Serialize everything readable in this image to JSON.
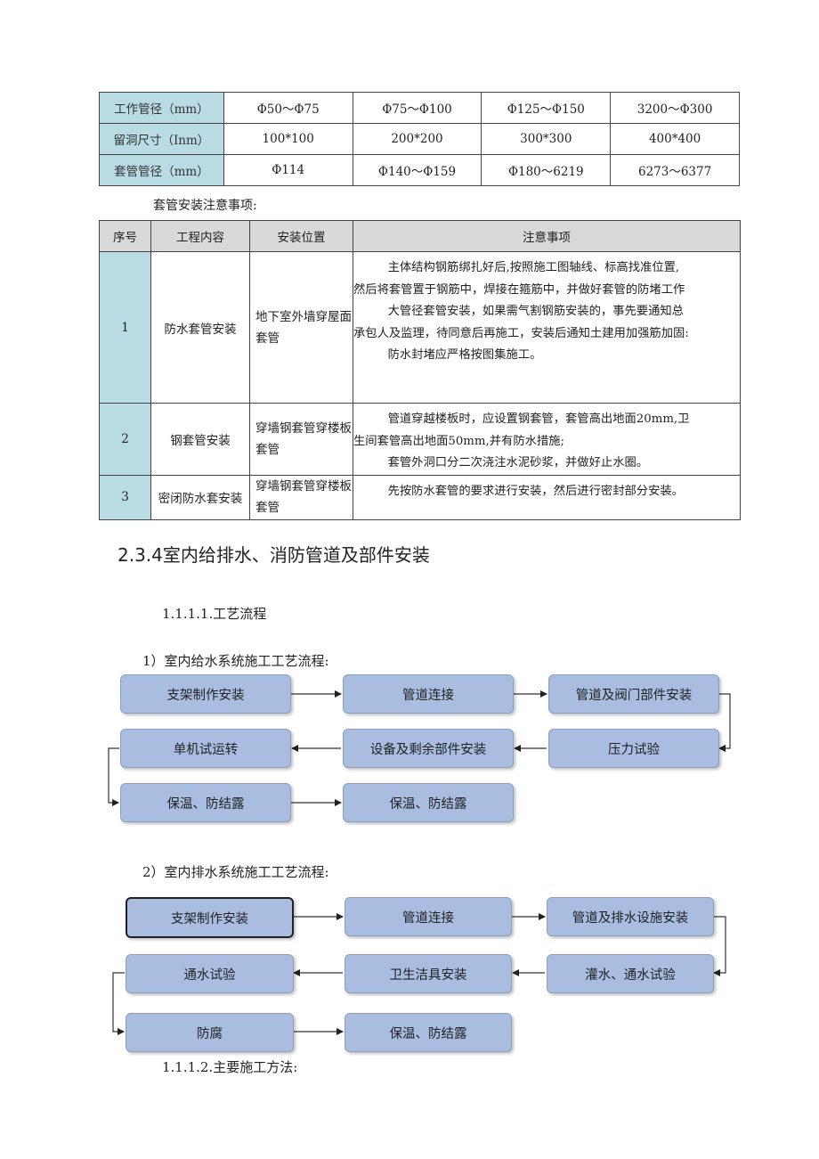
{
  "spec_table": {
    "rows": [
      {
        "header": "工作管径（mm）",
        "cells": [
          "Φ50～Φ75",
          "Φ75～Φ100",
          "Φ125～Φ150",
          "3200～Φ300"
        ]
      },
      {
        "header": "留洞尺寸（Inm）",
        "cells": [
          "100*100",
          "200*200",
          "300*300",
          "400*400"
        ]
      },
      {
        "header": "套管管径（mm）",
        "cells": [
          "Φ114",
          "Φ140～Φ159",
          "Φ180～6219",
          "6273～6377"
        ]
      }
    ]
  },
  "notes_title": "套管安装注意事项:",
  "notes_table": {
    "headers": [
      "序号",
      "工程内容",
      "安装位置",
      "注意事项"
    ],
    "rows": [
      {
        "num": "1",
        "content": "防水套管安装",
        "location": "地下室外墙穿屋面套管",
        "notes": [
          "主体结构钢筋绑扎好后,按照施工图轴线、标高找准位置,",
          "然后将套管置于钢筋中，焊接在箍筋中，并做好套管的防堵工作",
          "大管径套管安装，如果需气割钢筋安装的，事先要通知总",
          "承包人及监理，待同意后再施工，安装后通知土建用加强筋加固:",
          "防水封堵应严格按图集施工。"
        ]
      },
      {
        "num": "2",
        "content": "钢套管安装",
        "location": "穿墙钢套管穿楼板套管",
        "notes": [
          "管道穿越楼板时，应设置钢套管，套管高出地面20mm,卫",
          "生间套管高出地面50mm,并有防水措施;",
          "套管外洞口分二次浇注水泥砂浆，并做好止水圈。"
        ]
      },
      {
        "num": "3",
        "content": "密闭防水套安装",
        "location": "穿墙钢套管穿楼板套管",
        "notes": [
          "先按防水套管的要求进行安装，然后进行密封部分安装。"
        ]
      }
    ]
  },
  "section_heading": "2.3.4室内给排水、消防管道及部件安装",
  "sub_heading_1": "1.1.1.1.工艺流程",
  "flow1": {
    "title": "1）室内给水系统施工工艺流程:",
    "steps": [
      "支架制作安装",
      "管道连接",
      "管道及阀门部件安装",
      "单机试运转",
      "设备及剩余部件安装",
      "压力试验",
      "保温、防结露",
      "保温、防结露"
    ]
  },
  "flow2": {
    "title": "2）室内排水系统施工工艺流程:",
    "steps": [
      "支架制作安装",
      "管道连接",
      "管道及排水设施安装",
      "通水试验",
      "卫生洁具安装",
      "灌水、通水试验",
      "防腐",
      "保温、防结露"
    ]
  },
  "sub_heading_2": "1.1.1.2.主要施工方法:"
}
